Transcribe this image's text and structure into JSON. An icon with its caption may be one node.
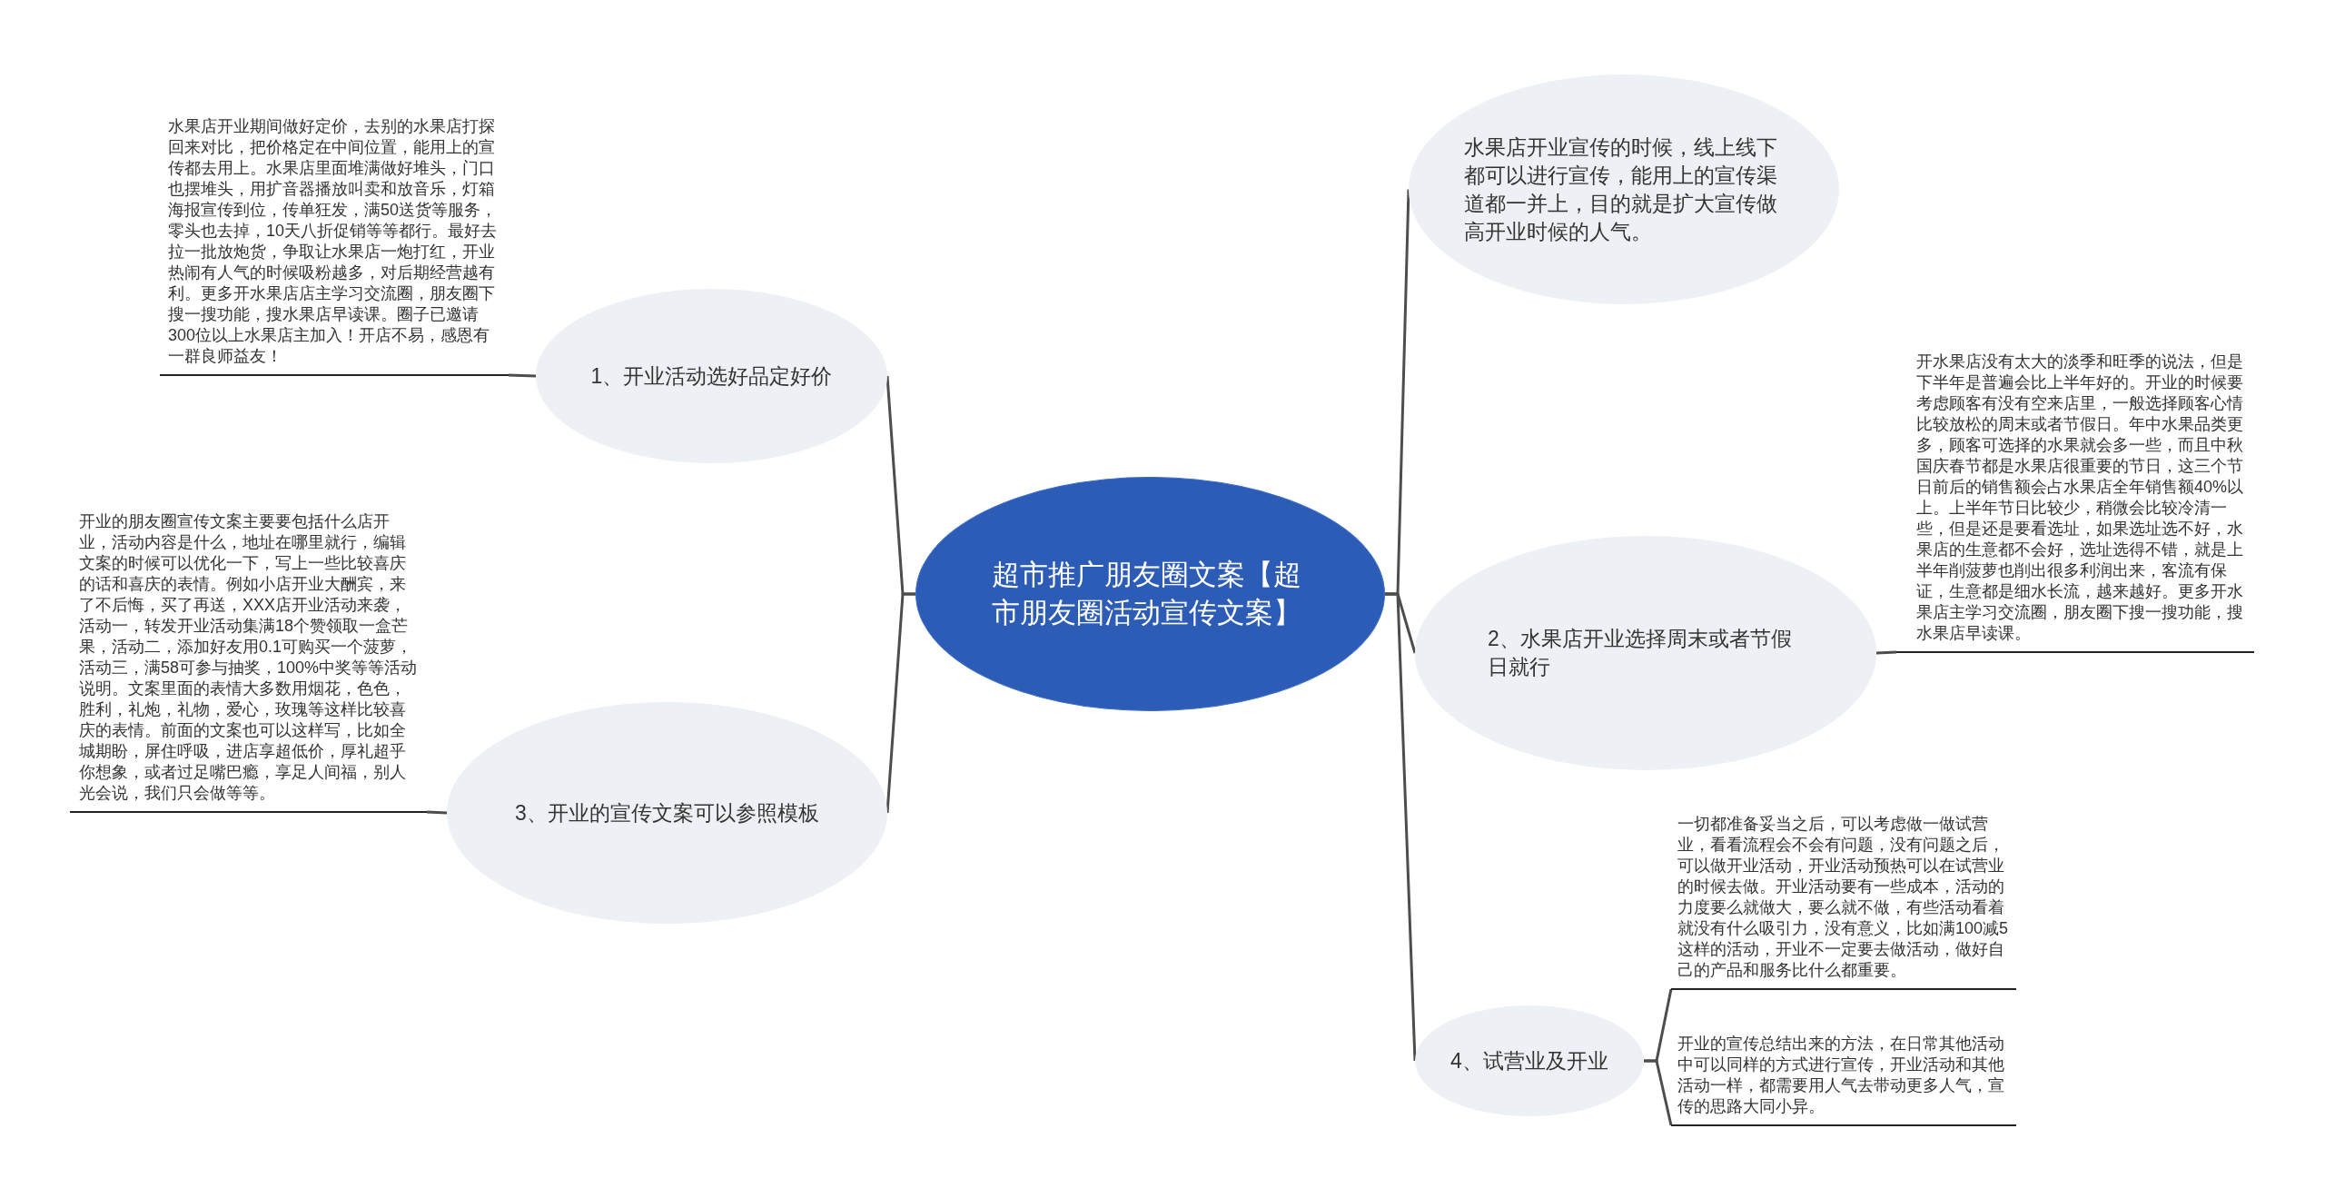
{
  "diagram": {
    "nodes": [
      {
        "text": [
          "超市推广朋友圈文案【超市朋友圈活动宣传文案】"
        ]
      },
      {
        "text": [
          "1、开业活动选好品定好价"
        ]
      },
      {
        "text": [
          "水果店开业期间做好定价，去别的水果店打探回来对比，把价格定在中间位置，能用上的宣传都去用上。水果店里面堆满做好堆头，门口也摆堆头，用扩音器播放叫卖和放音乐，灯箱海报宣传到位，传单狂发，满50送货等服务，零头也去掉，10天八折促销等等都行。最好去拉一批放炮货，争取让水果店一炮打红，开业热闹有人气的时候吸粉越多，对后期经营越有利。更多开水果店店主学习交流圈，朋友圈下搜一搜功能，搜水果店早读课。圈子已邀请300位以上水果店主加入！开店不易，感恩有一群良师益友！"
        ]
      },
      {
        "text": [
          "3、开业的宣传文案可以参照模板"
        ]
      },
      {
        "text": [
          "开业的朋友圈宣传文案主要要包括什么店开业，活动内容是什么，地址在哪里就行，编辑文案的时候可以优化一下，写上一些比较喜庆的话和喜庆的表情。例如小店开业大酬宾，来了不后悔，买了再送，XXX店开业活动来袭，活动一，转发开业活动集满18个赞领取一盒芒果，活动二，添加好友用0.1可购买一个菠萝，活动三，满58可参与抽奖，100%中奖等等活动说明。文案里面的表情大多数用烟花，色色，胜利，礼炮，礼物，爱心，玫瑰等这样比较喜庆的表情。前面的文案也可以这样写，比如全城期盼，屏住呼吸，进店享超低价，厚礼超乎你想象，或者过足嘴巴瘾，享足人间福，别人光会说，我们只会做等等。"
        ]
      },
      {
        "text": [
          "水果店开业宣传的时候，线上线下都可以进行宣传，能用上的宣传渠道都一并上，目的就是扩大宣传做高开业时候的人气。"
        ]
      },
      {
        "text": [
          "2、水果店开业选择周末或者节假日就行"
        ]
      },
      {
        "text": [
          "开水果店没有太大的淡季和旺季的说法，但是下半年是普遍会比上半年好的。开业的时候要考虑顾客有没有空来店里，一般选择顾客心情比较放松的周末或者节假日。年中水果品类更多，顾客可选择的水果就会多一些，而且中秋国庆春节都是水果店很重要的节日，这三个节日前后的销售额会占水果店全年销售额40%以上。上半年节日比较少，稍微会比较冷清一些，但是还是要看选址，如果选址选不好，水果店的生意都不会好，选址选得不错，就是上半年削菠萝也削出很多利润出来，客流有保证，生意都是细水长流，越来越好。更多开水果店主学习交流圈，朋友圈下搜一搜功能，搜水果店早读课。"
        ]
      },
      {
        "text": [
          "4、试营业及开业"
        ]
      },
      {
        "text": [
          "一切都准备妥当之后，可以考虑做一做试营业，看看流程会不会有问题，没有问题之后，可以做开业活动，开业活动预热可以在试营业的时候去做。开业活动要有一些成本，活动的力度要么就做大，要么就不做，有些活动看着就没有什么吸引力，没有意义，比如满100减5这样的活动，开业不一定要去做活动，做好自己的产品和服务比什么都重要。"
        ]
      },
      {
        "text": [
          "开业的宣传总结出来的方法，在日常其他活动中可以同样的方式进行宣传，开业活动和其他活动一样，都需要用人气去带动更多人气，宣传的思路大同小异。"
        ]
      }
    ],
    "edges": [
      {
        "from": 0,
        "to": 1,
        "arrow": "none"
      },
      {
        "from": 1,
        "to": 2,
        "arrow": "none"
      },
      {
        "from": 0,
        "to": 3,
        "arrow": "none"
      },
      {
        "from": 3,
        "to": 4,
        "arrow": "none"
      },
      {
        "from": 0,
        "to": 5,
        "arrow": "none"
      },
      {
        "from": 0,
        "to": 6,
        "arrow": "none"
      },
      {
        "from": 6,
        "to": 7,
        "arrow": "none"
      },
      {
        "from": 0,
        "to": 8,
        "arrow": "none"
      },
      {
        "from": 8,
        "to": 9,
        "arrow": "none"
      },
      {
        "from": 8,
        "to": 10,
        "arrow": "none"
      }
    ]
  }
}
